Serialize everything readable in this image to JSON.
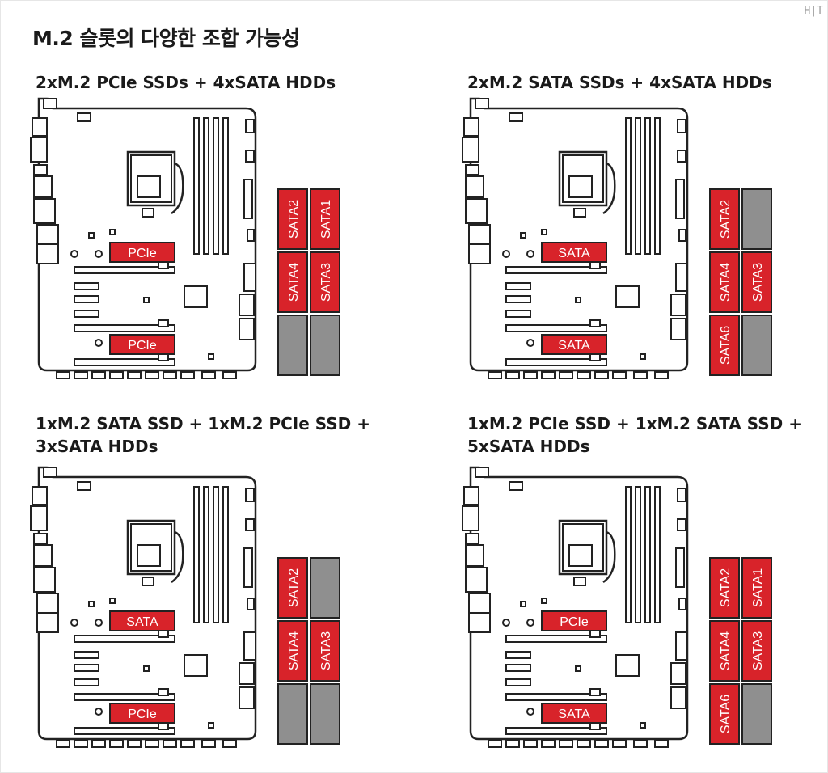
{
  "page": {
    "title": "M.2 슬롯의 다양한 조합 가능성",
    "watermark": "H|T"
  },
  "colors": {
    "active": "#d8232a",
    "inactive": "#8f8f8f",
    "outline": "#222222"
  },
  "panels": [
    {
      "title_lines": [
        "2xM.2 PCIe SSDs + 4xSATA HDDs"
      ],
      "m2_top": "PCIe",
      "m2_bottom": "PCIe",
      "sata": [
        {
          "label": "SATA2",
          "active": true
        },
        {
          "label": "SATA1",
          "active": true
        },
        {
          "label": "SATA4",
          "active": true
        },
        {
          "label": "SATA3",
          "active": true
        },
        {
          "label": "",
          "active": false
        },
        {
          "label": "",
          "active": false
        }
      ]
    },
    {
      "title_lines": [
        "2xM.2 SATA SSDs + 4xSATA HDDs"
      ],
      "m2_top": "SATA",
      "m2_bottom": "SATA",
      "sata": [
        {
          "label": "SATA2",
          "active": true
        },
        {
          "label": "",
          "active": false
        },
        {
          "label": "SATA4",
          "active": true
        },
        {
          "label": "SATA3",
          "active": true
        },
        {
          "label": "SATA6",
          "active": true
        },
        {
          "label": "",
          "active": false
        }
      ]
    },
    {
      "title_lines": [
        "1xM.2 SATA SSD + 1xM.2 PCIe SSD +",
        "3xSATA HDDs"
      ],
      "m2_top": "SATA",
      "m2_bottom": "PCIe",
      "sata": [
        {
          "label": "SATA2",
          "active": true
        },
        {
          "label": "",
          "active": false
        },
        {
          "label": "SATA4",
          "active": true
        },
        {
          "label": "SATA3",
          "active": true
        },
        {
          "label": "",
          "active": false
        },
        {
          "label": "",
          "active": false
        }
      ]
    },
    {
      "title_lines": [
        "1xM.2 PCIe SSD + 1xM.2 SATA SSD +",
        "5xSATA HDDs"
      ],
      "m2_top": "PCIe",
      "m2_bottom": "SATA",
      "sata": [
        {
          "label": "SATA2",
          "active": true
        },
        {
          "label": "SATA1",
          "active": true
        },
        {
          "label": "SATA4",
          "active": true
        },
        {
          "label": "SATA3",
          "active": true
        },
        {
          "label": "SATA6",
          "active": true
        },
        {
          "label": "",
          "active": false
        }
      ]
    }
  ]
}
